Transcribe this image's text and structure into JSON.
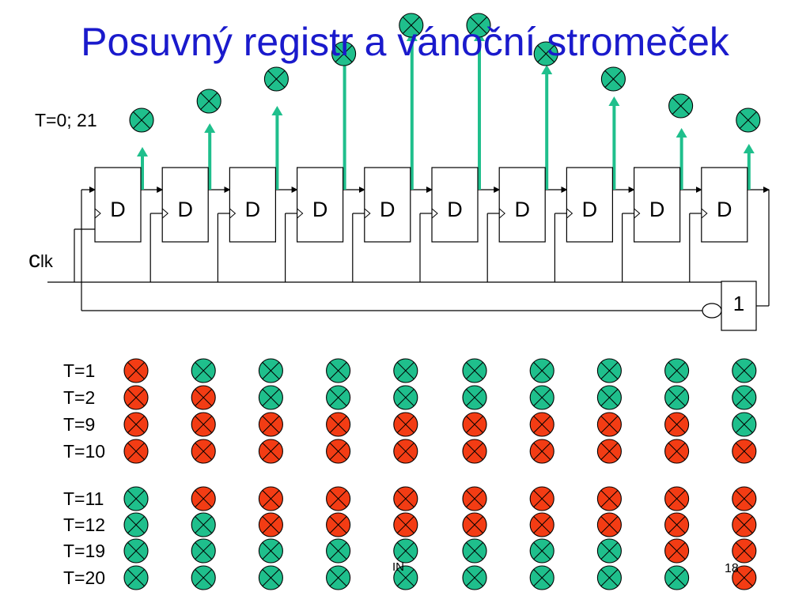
{
  "slide": {
    "title": "Posuvný registr a vánoční stromeček",
    "initial_state_label": "T=0; 21",
    "clk_label_c": "c",
    "clk_label_lk": "lk",
    "flipflop_label": "D",
    "flipflop_count": 10,
    "gate_label": "1",
    "footer_left": "IN",
    "page_number": "18"
  },
  "colors": {
    "title": "#1a1acc",
    "on": "#1fbf8c",
    "off": "#f33c14",
    "arrow": "#1fbf8c"
  },
  "icons": {
    "bulb": "crossed-circle-lamp-icon",
    "arrow": "up-arrow-icon",
    "inverter": "inversion-bubble-icon"
  },
  "states": {
    "group1": [
      {
        "label": "T=1",
        "lamps": [
          "off",
          "on",
          "on",
          "on",
          "on",
          "on",
          "on",
          "on",
          "on",
          "on"
        ]
      },
      {
        "label": "T=2",
        "lamps": [
          "off",
          "off",
          "on",
          "on",
          "on",
          "on",
          "on",
          "on",
          "on",
          "on"
        ]
      },
      {
        "label": "T=9",
        "lamps": [
          "off",
          "off",
          "off",
          "off",
          "off",
          "off",
          "off",
          "off",
          "off",
          "on"
        ]
      },
      {
        "label": "T=10",
        "lamps": [
          "off",
          "off",
          "off",
          "off",
          "off",
          "off",
          "off",
          "off",
          "off",
          "off"
        ]
      }
    ],
    "group2": [
      {
        "label": "T=11",
        "lamps": [
          "on",
          "off",
          "off",
          "off",
          "off",
          "off",
          "off",
          "off",
          "off",
          "off"
        ]
      },
      {
        "label": "T=12",
        "lamps": [
          "on",
          "on",
          "off",
          "off",
          "off",
          "off",
          "off",
          "off",
          "off",
          "off"
        ]
      },
      {
        "label": "T=19",
        "lamps": [
          "on",
          "on",
          "on",
          "on",
          "on",
          "on",
          "on",
          "on",
          "off",
          "off"
        ]
      },
      {
        "label": "T=20",
        "lamps": [
          "on",
          "on",
          "on",
          "on",
          "on",
          "on",
          "on",
          "on",
          "on",
          "off"
        ]
      }
    ]
  }
}
